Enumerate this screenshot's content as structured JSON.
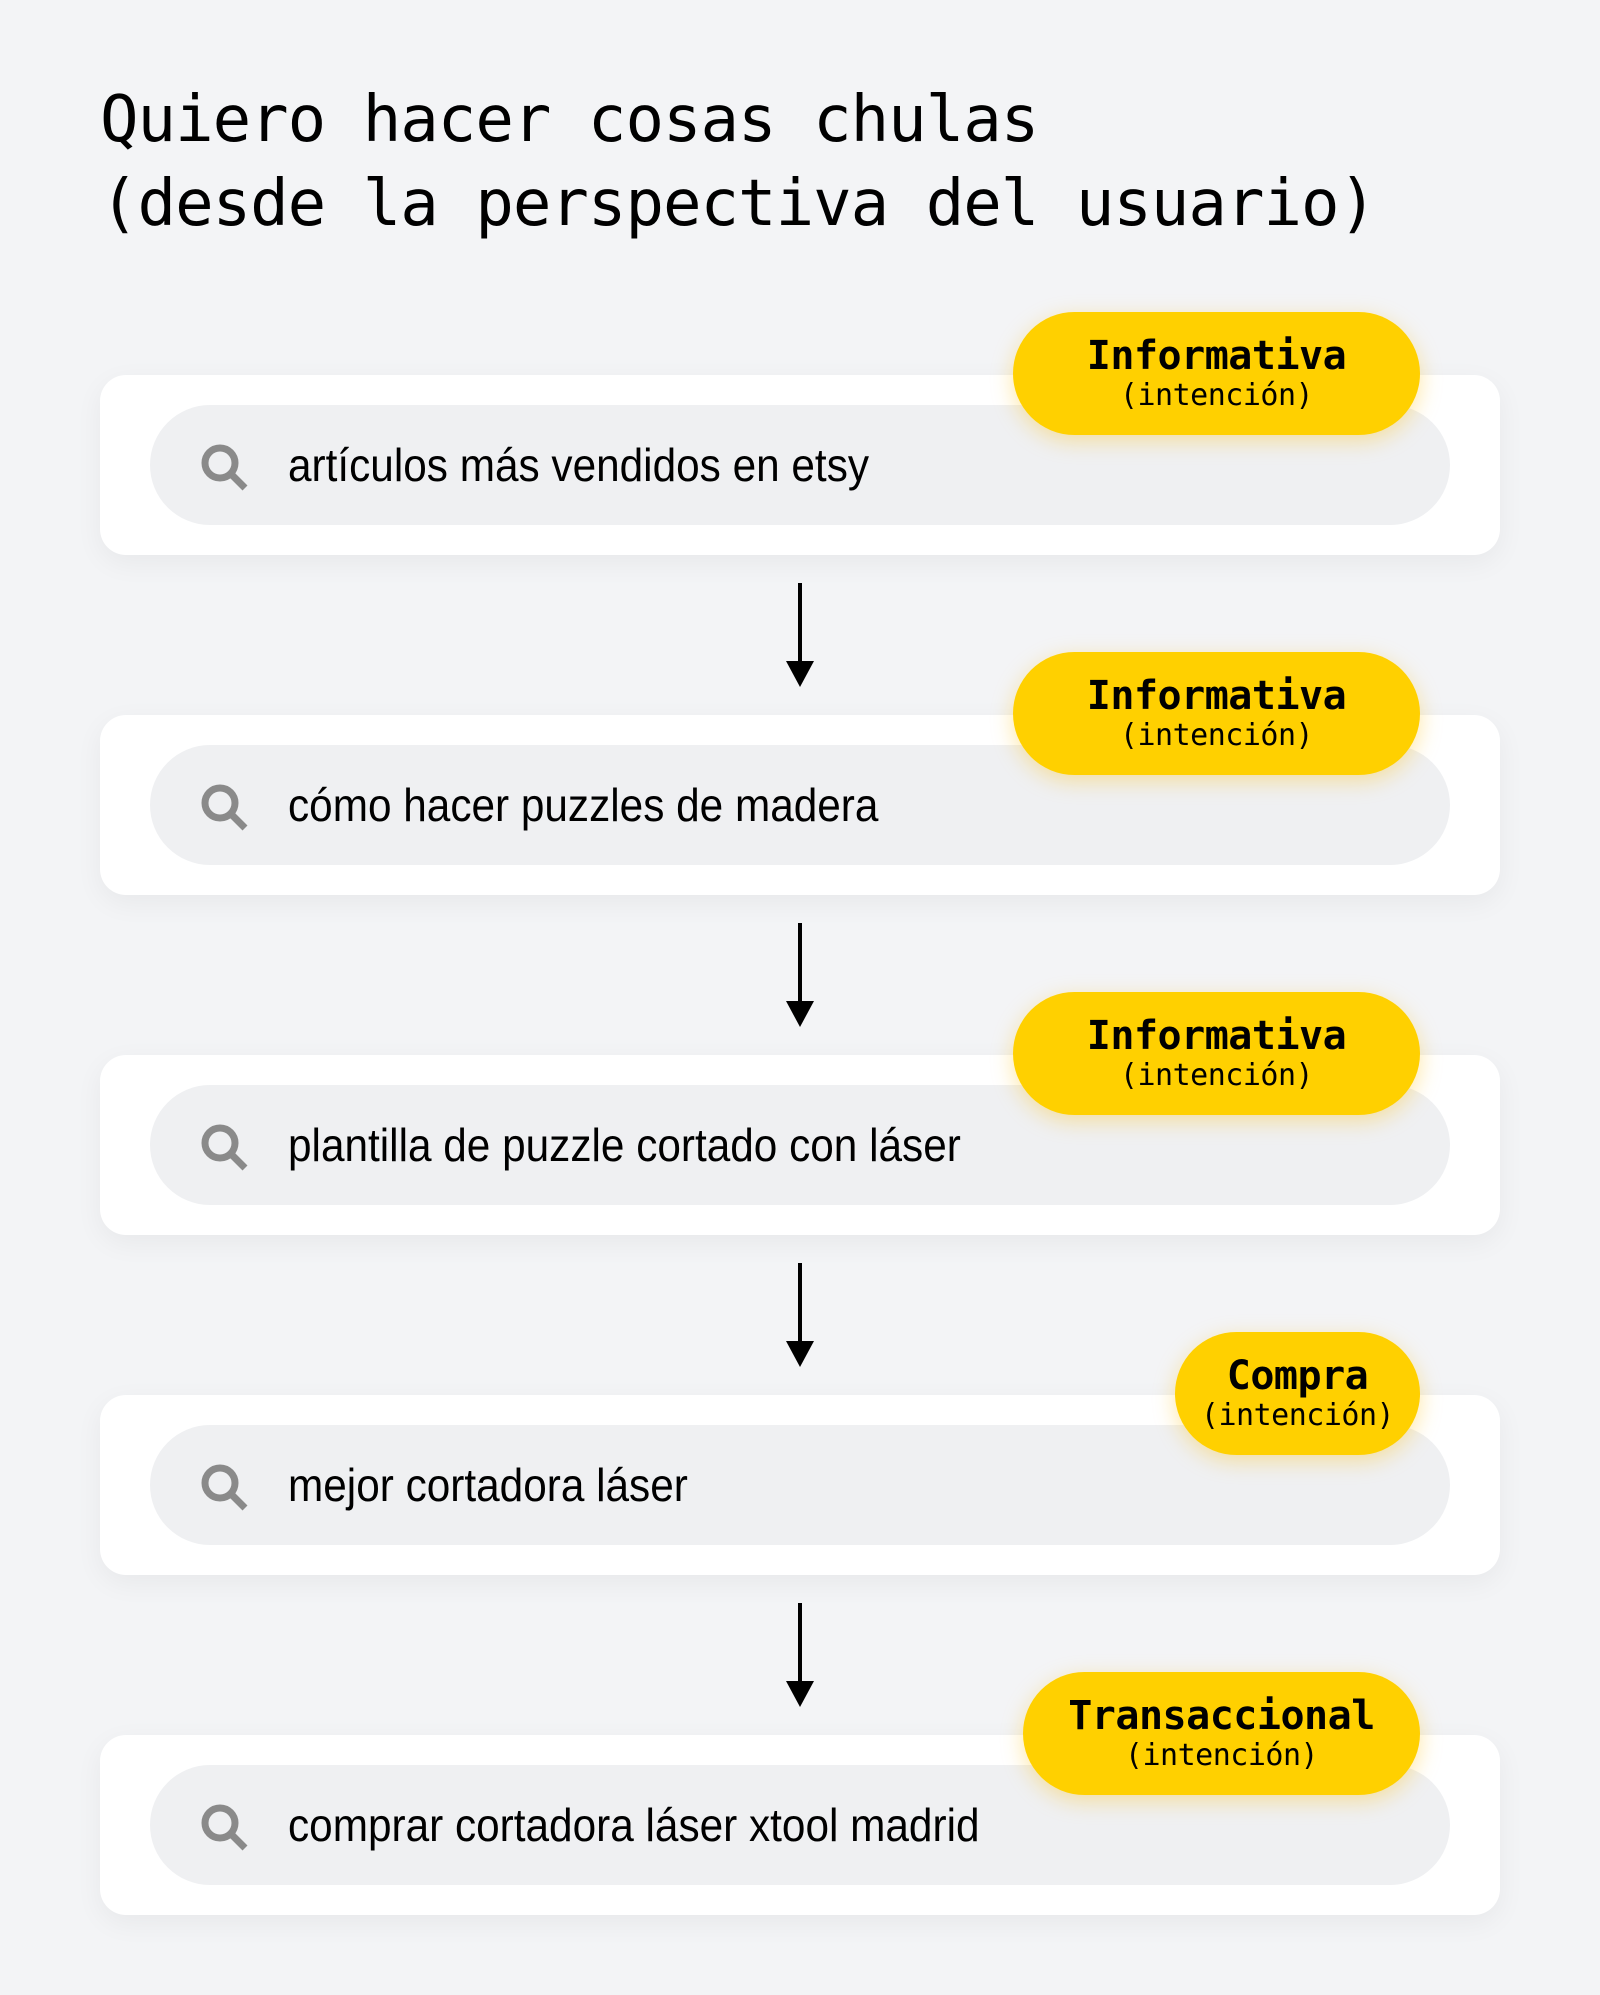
{
  "title": {
    "line1": "Quiero hacer cosas chulas",
    "line2": "(desde la perspectiva del usuario)"
  },
  "colors": {
    "background": "#f3f4f6",
    "card": "#ffffff",
    "search_pill": "#eff0f2",
    "badge": "#ffd000",
    "search_icon": "#8a8a8a",
    "arrow": "#000000"
  },
  "steps": [
    {
      "query": "artículos más vendidos en etsy",
      "intent": "Informativa",
      "intent_sub": "(intención)",
      "icon": "search-icon"
    },
    {
      "query": "cómo hacer puzzles de madera",
      "intent": "Informativa",
      "intent_sub": "(intención)",
      "icon": "search-icon"
    },
    {
      "query": "plantilla de puzzle cortado con láser",
      "intent": "Informativa",
      "intent_sub": "(intención)",
      "icon": "search-icon"
    },
    {
      "query": "mejor cortadora láser",
      "intent": "Compra",
      "intent_sub": "(intención)",
      "icon": "search-icon"
    },
    {
      "query": "comprar cortadora láser xtool madrid",
      "intent": "Transaccional",
      "intent_sub": "(intención)",
      "icon": "search-icon"
    }
  ],
  "connectors": [
    "arrow-down-icon",
    "arrow-down-icon",
    "arrow-down-icon",
    "arrow-down-icon"
  ]
}
